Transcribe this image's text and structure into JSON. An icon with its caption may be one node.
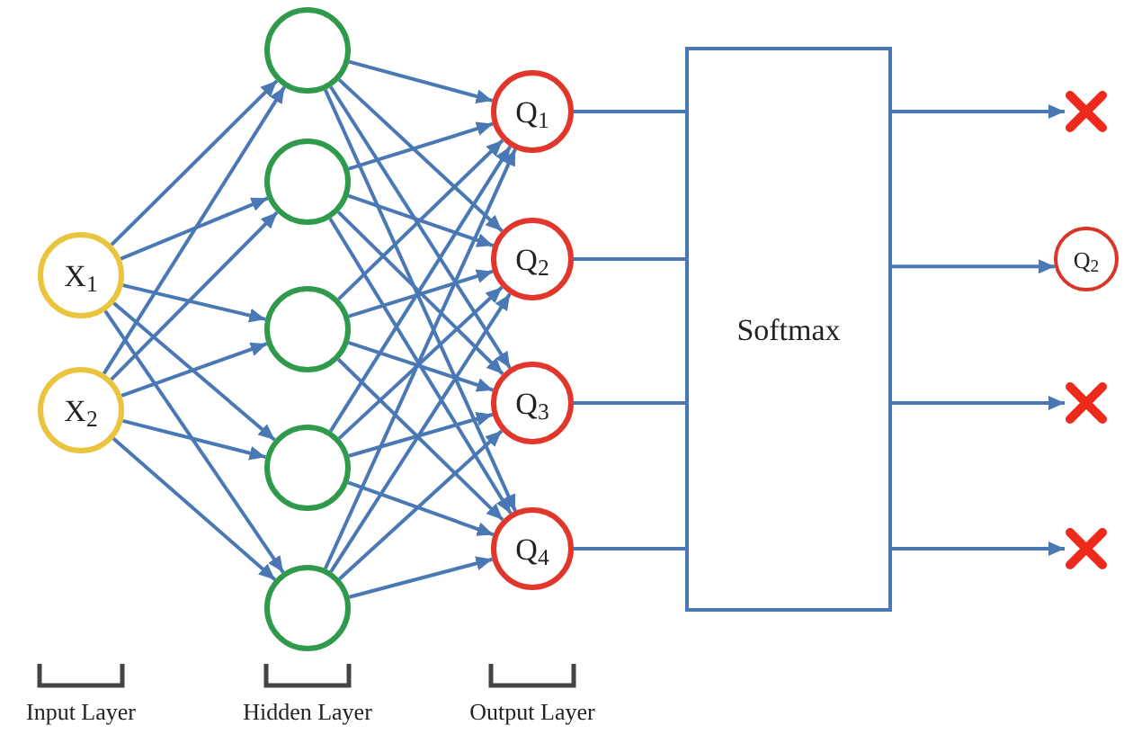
{
  "diagram": {
    "nodes": [
      {
        "text": [
          "X$_{1}$"
        ]
      },
      {
        "text": [
          "X$_{2}$"
        ]
      },
      {
        "text": [],
        "shape": "circle"
      },
      {
        "text": [],
        "shape": "circle"
      },
      {
        "text": [],
        "shape": "circle"
      },
      {
        "text": [],
        "shape": "circle"
      },
      {
        "text": [],
        "shape": "circle"
      },
      {
        "text": [
          "Q$_{1}$"
        ]
      },
      {
        "text": [
          "Q$_{2}$"
        ]
      },
      {
        "text": [
          "Q$_{3}$"
        ]
      },
      {
        "text": [
          "Q$_{4}$"
        ]
      },
      {
        "text": [
          "Softmax"
        ]
      },
      {
        "text": [],
        "shape": "cross"
      },
      {
        "text": [
          "Q$_{2}$"
        ]
      },
      {
        "text": [],
        "shape": "cross"
      },
      {
        "text": [],
        "shape": "cross"
      }
    ],
    "edges": [
      {
        "from": 0,
        "to": 2,
        "arrow": "to"
      },
      {
        "from": 0,
        "to": 3,
        "arrow": "to"
      },
      {
        "from": 0,
        "to": 4,
        "arrow": "to"
      },
      {
        "from": 0,
        "to": 5,
        "arrow": "to"
      },
      {
        "from": 0,
        "to": 6,
        "arrow": "to"
      },
      {
        "from": 1,
        "to": 2,
        "arrow": "to"
      },
      {
        "from": 1,
        "to": 3,
        "arrow": "to"
      },
      {
        "from": 1,
        "to": 4,
        "arrow": "to"
      },
      {
        "from": 1,
        "to": 5,
        "arrow": "to"
      },
      {
        "from": 1,
        "to": 6,
        "arrow": "to"
      },
      {
        "from": 2,
        "to": 7,
        "arrow": "to"
      },
      {
        "from": 2,
        "to": 8,
        "arrow": "to"
      },
      {
        "from": 2,
        "to": 9,
        "arrow": "to"
      },
      {
        "from": 2,
        "to": 10,
        "arrow": "to"
      },
      {
        "from": 3,
        "to": 7,
        "arrow": "to"
      },
      {
        "from": 3,
        "to": 8,
        "arrow": "to"
      },
      {
        "from": 3,
        "to": 9,
        "arrow": "to"
      },
      {
        "from": 3,
        "to": 10,
        "arrow": "to"
      },
      {
        "from": 4,
        "to": 7,
        "arrow": "to"
      },
      {
        "from": 4,
        "to": 8,
        "arrow": "to"
      },
      {
        "from": 4,
        "to": 9,
        "arrow": "to"
      },
      {
        "from": 4,
        "to": 10,
        "arrow": "to"
      },
      {
        "from": 5,
        "to": 7,
        "arrow": "to"
      },
      {
        "from": 5,
        "to": 8,
        "arrow": "to"
      },
      {
        "from": 5,
        "to": 9,
        "arrow": "to"
      },
      {
        "from": 5,
        "to": 10,
        "arrow": "to"
      },
      {
        "from": 6,
        "to": 7,
        "arrow": "to"
      },
      {
        "from": 6,
        "to": 8,
        "arrow": "to"
      },
      {
        "from": 6,
        "to": 9,
        "arrow": "to"
      },
      {
        "from": 6,
        "to": 10,
        "arrow": "to"
      },
      {
        "from": 7,
        "to": 11,
        "arrow": "none"
      },
      {
        "from": 8,
        "to": 11,
        "arrow": "none"
      },
      {
        "from": 9,
        "to": 11,
        "arrow": "none"
      },
      {
        "from": 10,
        "to": 11,
        "arrow": "none"
      },
      {
        "from": 11,
        "to": 12,
        "arrow": "to"
      },
      {
        "from": 11,
        "to": 13,
        "arrow": "to"
      },
      {
        "from": 11,
        "to": 14,
        "arrow": "to"
      },
      {
        "from": 11,
        "to": 15,
        "arrow": "to"
      }
    ],
    "labels": [
      "Input Layer",
      "Hidden Layer",
      "Output Layer"
    ]
  }
}
